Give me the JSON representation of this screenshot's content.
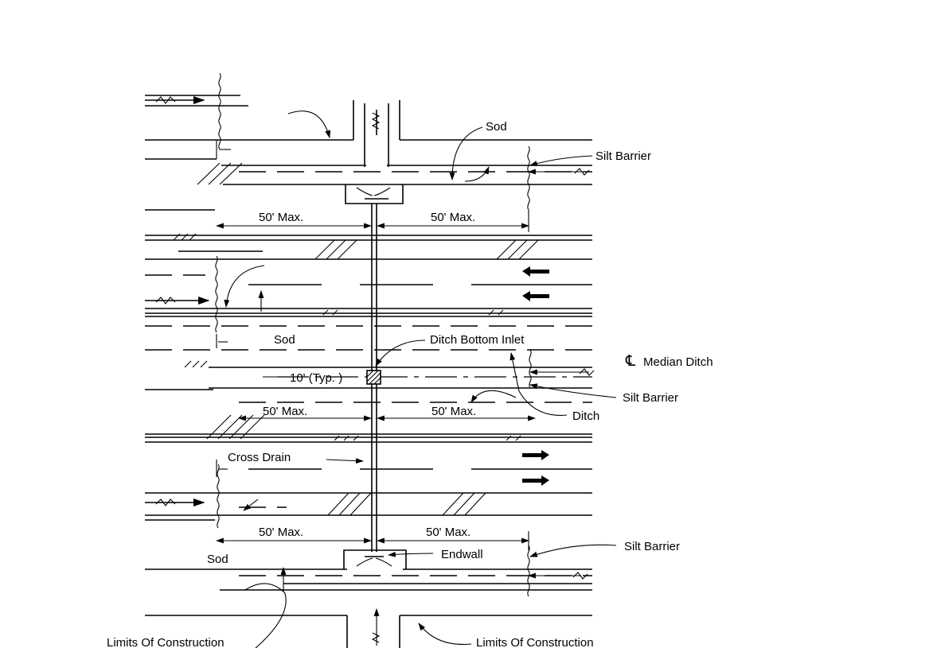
{
  "labels": {
    "sod_top": "Sod",
    "silt_barrier_top": "Silt Barrier",
    "max_top_left": "50' Max.",
    "max_top_right": "50' Max.",
    "sod_mid": "Sod",
    "ditch_bottom_inlet": "Ditch Bottom Inlet",
    "median_ditch_symbol": "℄",
    "median_ditch": "Median Ditch",
    "typ_spacing": "10' (Typ. )",
    "silt_barrier_mid": "Silt Barrier",
    "max_mid_left": "50' Max.",
    "max_mid_right": "50' Max.",
    "ditch": "Ditch",
    "cross_drain": "Cross Drain",
    "max_bot_left": "50' Max.",
    "max_bot_right": "50' Max.",
    "silt_barrier_bot": "Silt Barrier",
    "endwall": "Endwall",
    "sod_bot": "Sod",
    "limits_left": "Limits Of Construction",
    "limits_right": "Limits Of Construction"
  },
  "colors": {
    "ink": "#000000",
    "paper": "#ffffff"
  }
}
